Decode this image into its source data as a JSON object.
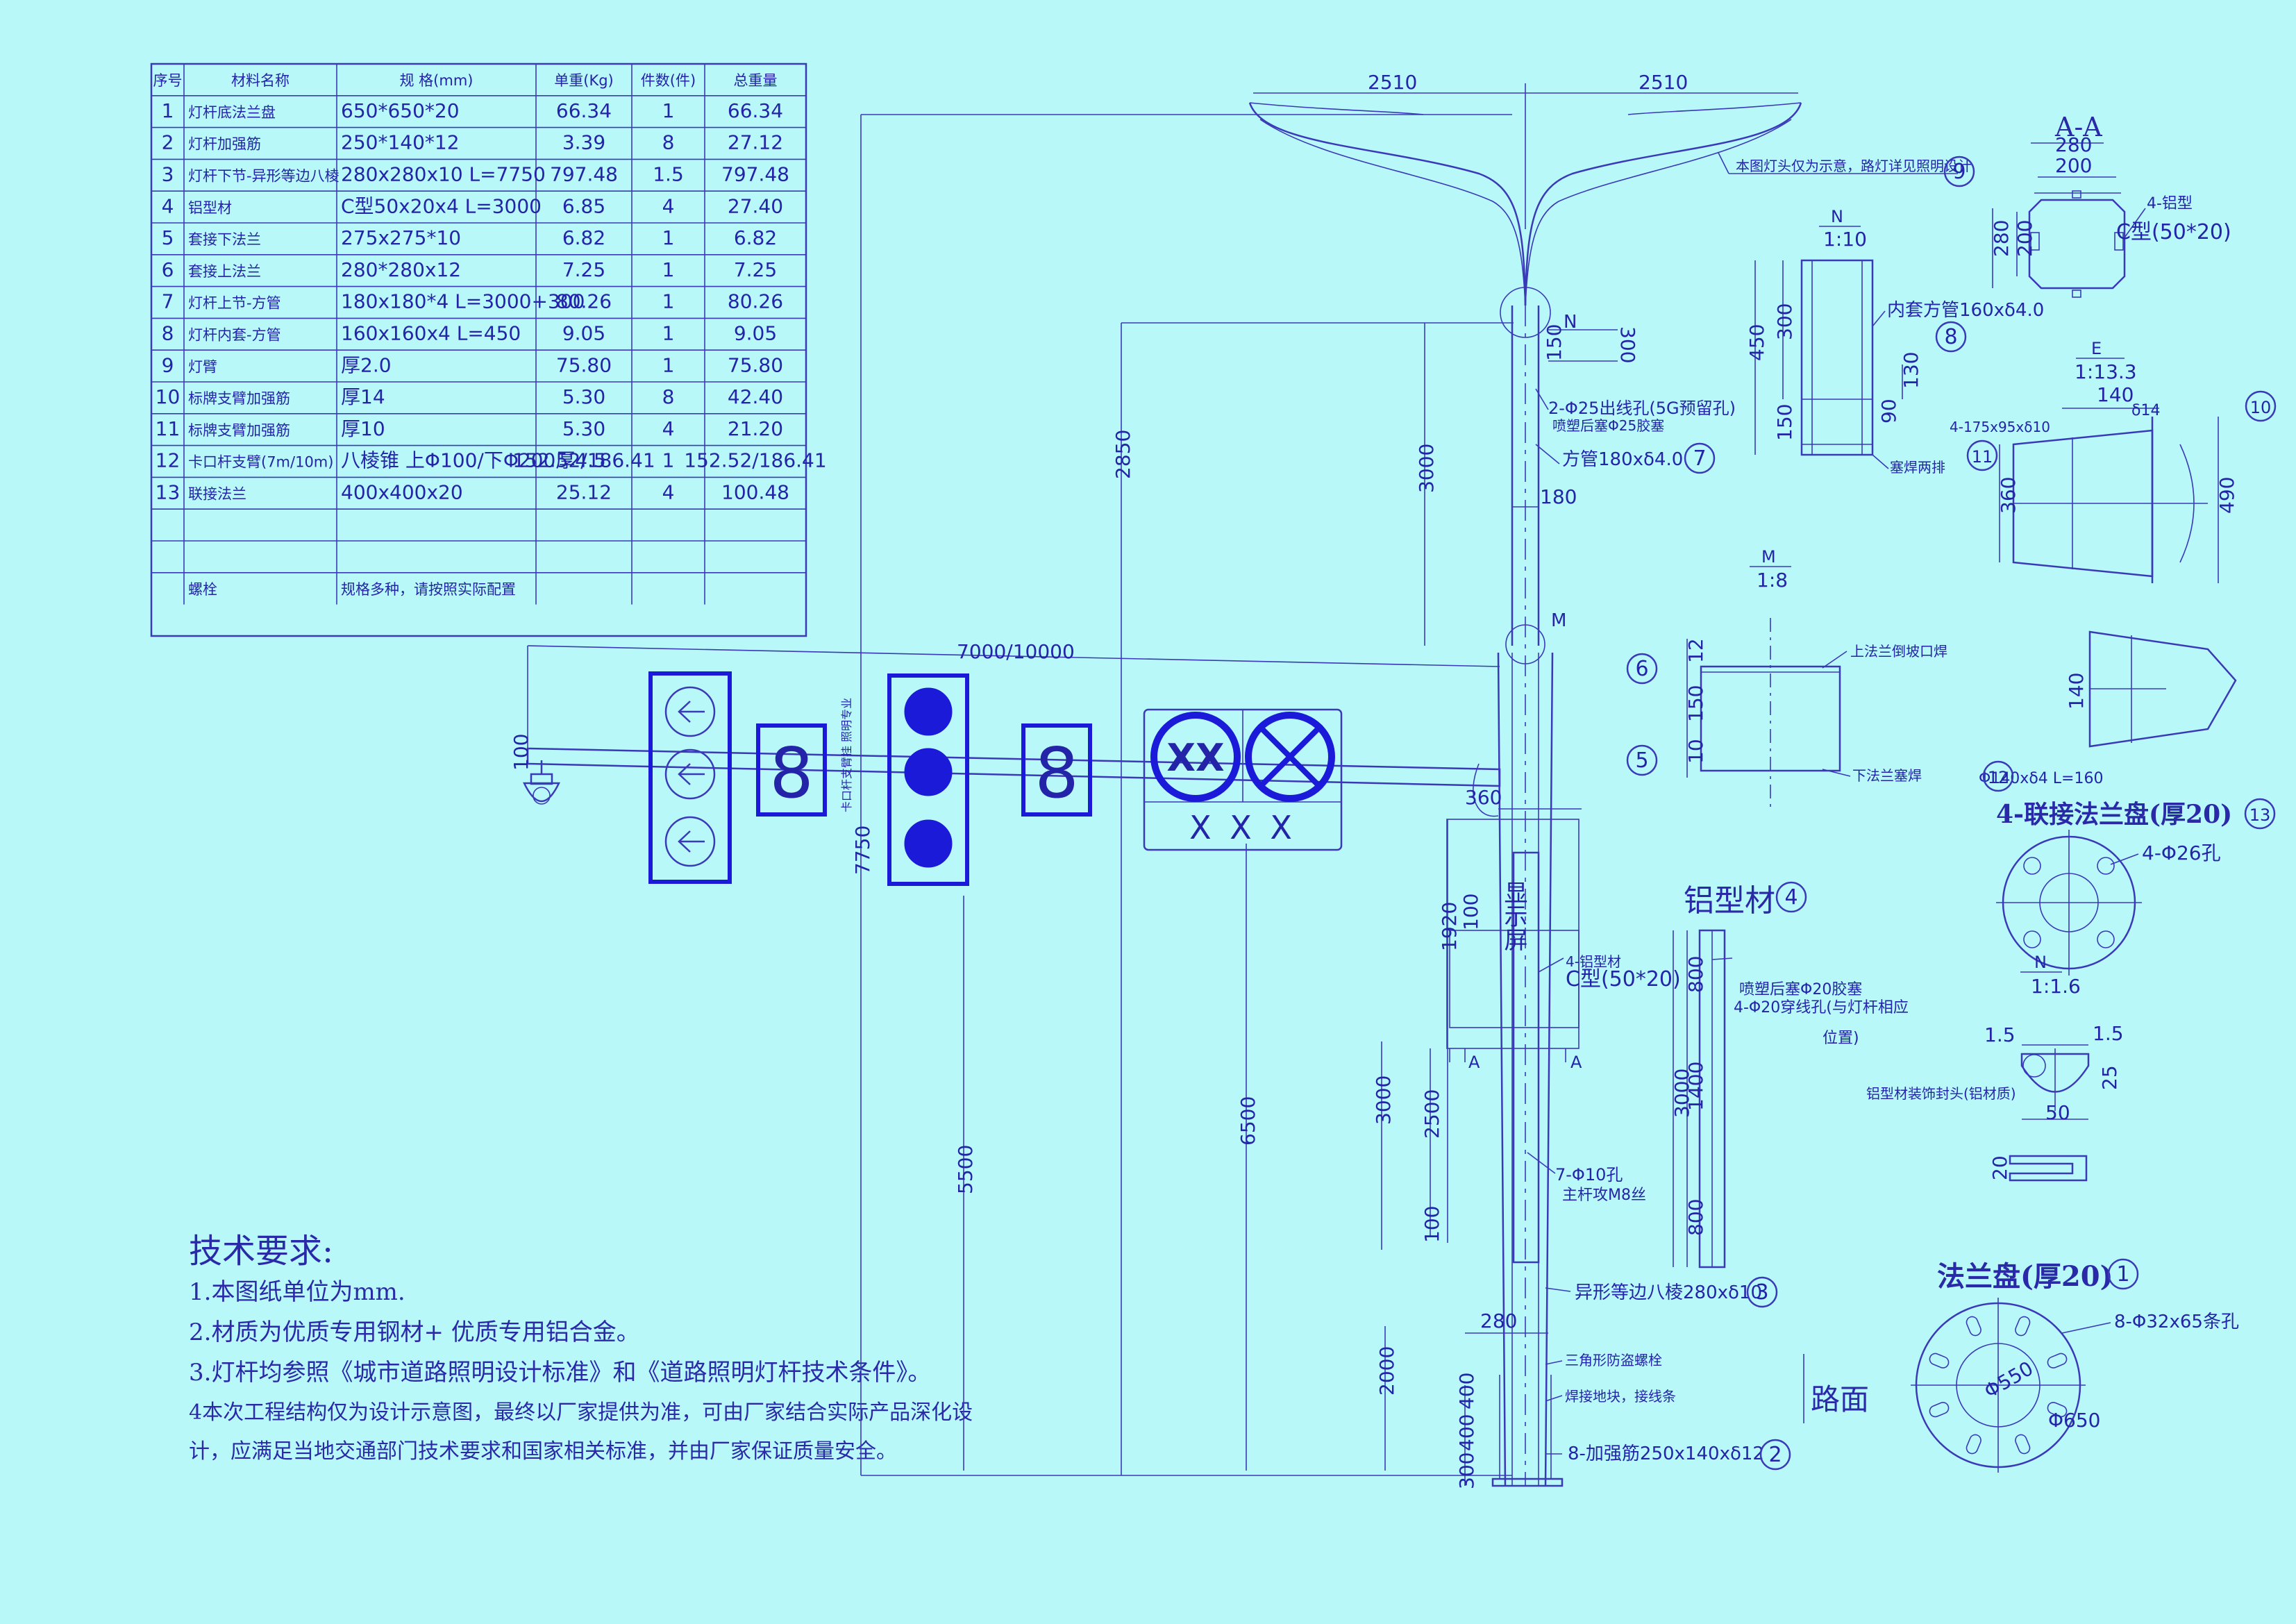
{
  "table": {
    "headers": [
      "序号",
      "材料名称",
      "规 格(mm)",
      "单重(Kg)",
      "件数(件)",
      "总重量"
    ],
    "rows": [
      [
        "1",
        "灯杆底法兰盘",
        "650*650*20",
        "66.34",
        "1",
        "66.34"
      ],
      [
        "2",
        "灯杆加强筋",
        "250*140*12",
        "3.39",
        "8",
        "27.12"
      ],
      [
        "3",
        "灯杆下节-异形等边八棱",
        "280x280x10  L=7750",
        "797.48",
        "1.5",
        "797.48"
      ],
      [
        "4",
        "铝型材",
        "C型50x20x4  L=3000",
        "6.85",
        "4",
        "27.40"
      ],
      [
        "5",
        "套接下法兰",
        "275x275*10",
        "6.82",
        "1",
        "6.82"
      ],
      [
        "6",
        "套接上法兰",
        "280*280x12",
        "7.25",
        "1",
        "7.25"
      ],
      [
        "7",
        "灯杆上节-方管",
        "180x180*4  L=3000+300",
        "80.26",
        "1",
        "80.26"
      ],
      [
        "8",
        "灯杆内套-方管",
        "160x160x4  L=450",
        "9.05",
        "1",
        "9.05"
      ],
      [
        "9",
        "灯臂",
        "厚2.0",
        "75.80",
        "1",
        "75.80"
      ],
      [
        "10",
        "标牌支臂加强筋",
        "厚14",
        "5.30",
        "8",
        "42.40"
      ],
      [
        "11",
        "标牌支臂加强筋",
        "厚10",
        "5.30",
        "4",
        "21.20"
      ],
      [
        "12",
        "卡口杆支臂(7m/10m)",
        "八棱锥 上Φ100/下Φ200厚4.5",
        "152.52/186.41",
        "1",
        "152.52/186.41"
      ],
      [
        "13",
        "联接法兰",
        "400x400x20",
        "25.12",
        "4",
        "100.48"
      ],
      [
        "",
        "",
        "",
        "",
        "",
        ""
      ],
      [
        "",
        "",
        "",
        "",
        "",
        ""
      ],
      [
        "",
        "螺栓",
        "规格多种，请按照实际配置",
        "",
        "",
        ""
      ]
    ]
  },
  "tech": {
    "title": "技术要求:",
    "lines": [
      "1.本图纸单位为mm.",
      "2.材质为优质专用钢材+ 优质专用铝合金。",
      "3.灯杆均参照《城市道路照明设计标准》和《道路照明灯杆技术条件》。",
      "4本次工程结构仅为设计示意图，最终以厂家提供为准，可由厂家结合实际产品深化设",
      "计，应满足当地交通部门技术要求和国家相关标准，并由厂家保证质量安全。"
    ]
  },
  "main": {
    "arm_width_left": "2510",
    "arm_width_right": "2510",
    "lamp_note": "本图灯头仅为示意，路灯详见照明设计",
    "dim_150": "150",
    "dim_300": "300",
    "dim_180": "180",
    "dim_2850": "2850",
    "dim_3000": "3000",
    "dim_7750": "7750",
    "dim_5500": "5500",
    "dim_6500": "6500",
    "dim_1920": "1920",
    "dim_100a": "100",
    "dim_3000b": "3000",
    "dim_2500": "2500",
    "dim_100b": "100",
    "dim_280": "280",
    "dim_2000": "2000",
    "dim_400a": "400",
    "dim_400b": "400",
    "dim_300b": "300",
    "dim_360": "360",
    "arm_length": "7000/10000",
    "dim_100c": "100",
    "label_N": "N",
    "label_M": "M",
    "label_A1": "A",
    "label_A2": "A",
    "note_5g": "2-Φ25出线孔(5G预留孔)",
    "note_glue": "喷塑后塞Φ25胶塞",
    "note_tube": "方管180xδ4.0",
    "note_alu": "4-铝型材",
    "note_alu2": "C型(50*20)",
    "note_holes": "7-Φ10孔",
    "note_bolt": "主杆攻M8丝",
    "note_pole": "异形等边八棱280xδ10",
    "note_antitheft": "三角形防盗螺栓",
    "note_ground": "焊接地块，接线条",
    "note_rib": "8-加强筋250x140xδ12",
    "road": "路面",
    "display": "显示屏",
    "sign_text": "X X X",
    "sign_left": "XX",
    "counter": "8",
    "arm_note": "卡口杆支臂挂 照明专业"
  },
  "details": {
    "aa_title": "A-A",
    "aa_280": "280",
    "aa_200": "200",
    "aa_280v": "280",
    "aa_alu": "4-铝型",
    "aa_alu2": "C型(50*20)",
    "n_title": "N",
    "n_scale": "1:10",
    "n_450": "450",
    "n_300": "300",
    "n_150": "150",
    "n_tube": "内套方管160xδ4.0",
    "n_130": "130",
    "n_90": "90",
    "n_weld": "塞焊两排",
    "e_title": "E",
    "e_scale": "1:13.3",
    "e_140": "140",
    "e_14": "δ14",
    "e_plate": "4-175x95xδ10",
    "e_360": "360",
    "e_490": "490",
    "m_title": "M",
    "m_scale": "1:8",
    "m_12": "12",
    "m_150": "150",
    "m_10": "10",
    "m_upper": "上法兰倒坡口焊",
    "m_lower": "下法兰塞焊",
    "p12_140": "140",
    "p12_label": "Φ140xδ4 L=160",
    "flange13_title": "4-联接法兰盘(厚20)",
    "flange13_holes": "4-Φ26孔",
    "alu_title": "铝型材",
    "alu_note1": "喷塑后塞Φ20胶塞",
    "alu_note2": "4-Φ20穿线孔(与灯杆相应",
    "alu_note3": "位置)",
    "alu_800a": "800",
    "alu_3000": "3000",
    "alu_1400": "1400",
    "alu_800b": "800",
    "n2_title": "N",
    "n2_scale": "1:1.6",
    "n2_15a": "1.5",
    "n2_15b": "1.5",
    "n2_25": "25",
    "n2_50": "50",
    "n2_20": "20",
    "n2_cap": "铝型材装饰封头(铝材质)",
    "flange1_title": "法兰盘(厚20)",
    "flange1_holes": "8-Φ32x65条孔",
    "flange1_550": "Φ550",
    "flange1_650": "Φ650"
  },
  "callouts": [
    "1",
    "2",
    "3",
    "4",
    "5",
    "6",
    "7",
    "8",
    "9",
    "10",
    "11",
    "12",
    "13"
  ]
}
